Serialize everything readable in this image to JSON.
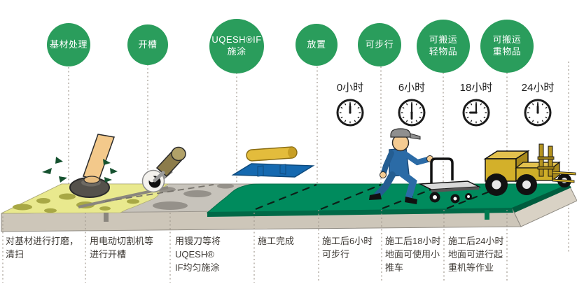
{
  "colors": {
    "badge_green": "#2a9d5c",
    "floor_green": "#008b5d",
    "floor_green_dark": "#006947",
    "floor_gray": "#c7c3bb",
    "slab_front": "#cdc6b9",
    "slab_side": "#d9d2c5",
    "untreated_yellow": "#e9e98e",
    "spot_olive": "#a8a845",
    "dotted_line": "#a29a90",
    "text_dark": "#3e3a35"
  },
  "steps": [
    {
      "badge": "基材处理",
      "description": "对基材进行打磨，\n清扫"
    },
    {
      "badge": "开槽",
      "description": "用电动切割机等\n进行开槽"
    },
    {
      "badge": "UQESH®IF\n施涂",
      "description": "用镘刀等将UQESH®\nIF均匀施涂"
    },
    {
      "badge": "放置",
      "description": "施工完成"
    },
    {
      "badge": "可步行",
      "description": "施工后6小时\n可步行"
    },
    {
      "badge": "可搬运\n轻物品",
      "description": "施工后18小时\n地面可使用小\n推车"
    },
    {
      "badge": "可搬运\n重物品",
      "description": "施工后24小时\n地面可进行起\n重机等作业"
    }
  ],
  "clocks": [
    {
      "label": "0小时",
      "hour_angle": 0,
      "minute_angle": 0
    },
    {
      "label": "6小时",
      "hour_angle": 180,
      "minute_angle": 0
    },
    {
      "label": "18小时",
      "hour_angle": 270,
      "minute_angle": 0
    },
    {
      "label": "24小时",
      "hour_angle": 0,
      "minute_angle": 0
    }
  ],
  "icons": {
    "grinder": "floor grinding machine",
    "cutter": "electric groove cutter",
    "trowel": "flat trowel with handle",
    "worker": "walking worker",
    "hand_truck": "small push cart",
    "forklift": "forklift truck",
    "clock": "clock face with hands"
  }
}
